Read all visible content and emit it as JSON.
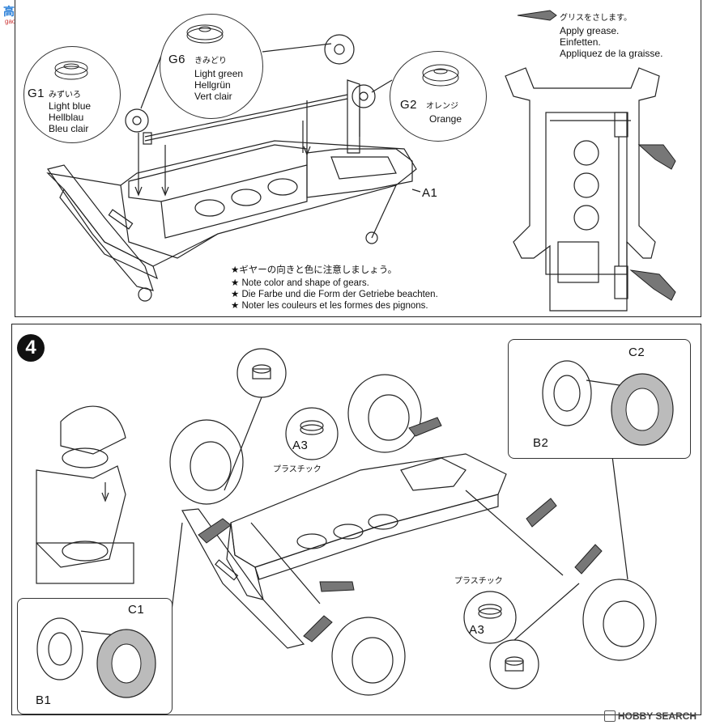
{
  "watermark": {
    "logo_text": "高手",
    "sub": "gao-shou.com"
  },
  "step3": {
    "grease": {
      "jp": "グリスをさします。",
      "en": "Apply grease.",
      "de": "Einfetten.",
      "fr": "Appliquez de la graisse."
    },
    "g6": {
      "code": "G6",
      "jp": "きみどり",
      "en": "Light green",
      "de": "Hellgrün",
      "fr": "Vert clair"
    },
    "g1": {
      "code": "G1",
      "jp": "みずいろ",
      "en": "Light blue",
      "de": "Hellblau",
      "fr": "Bleu clair"
    },
    "g2": {
      "code": "G2",
      "jp": "オレンジ",
      "en": "Orange"
    },
    "part_a1": "A1",
    "note": {
      "jp": "★ギヤーの向きと色に注意しましょう。",
      "en": "★ Note color and shape of gears.",
      "de": "★ Die Farbe und die Form der Getriebe beachten.",
      "fr": "★ Noter les couleurs et les formes des pignons."
    }
  },
  "step4": {
    "number": "4",
    "a3_top": "A3",
    "plastic_top": "プラスチック",
    "plastic_bottom": "プラスチック",
    "a3_bottom": "A3",
    "c2": "C2",
    "b2": "B2",
    "c1": "C1",
    "b1": "B1"
  },
  "footer": {
    "brand": "HOBBY SEARCH"
  }
}
